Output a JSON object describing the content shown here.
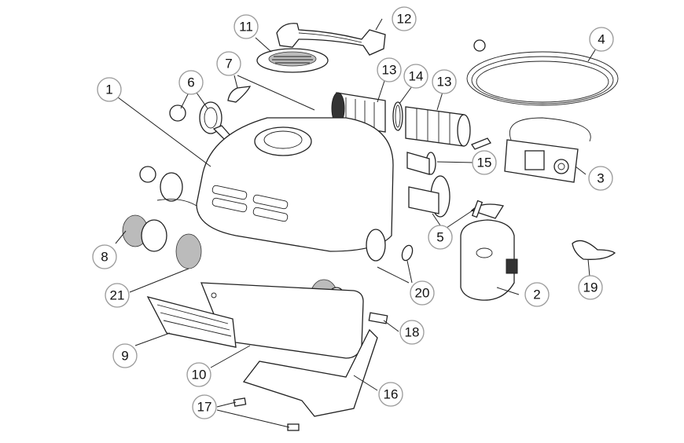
{
  "diagram": {
    "subject": "Robotic pool cleaner exploded parts view",
    "callouts": [
      {
        "id": "1",
        "label": "1"
      },
      {
        "id": "2",
        "label": "2"
      },
      {
        "id": "3",
        "label": "3"
      },
      {
        "id": "4",
        "label": "4"
      },
      {
        "id": "5",
        "label": "5"
      },
      {
        "id": "6",
        "label": "6"
      },
      {
        "id": "7",
        "label": "7"
      },
      {
        "id": "8",
        "label": "8"
      },
      {
        "id": "9",
        "label": "9"
      },
      {
        "id": "10",
        "label": "10"
      },
      {
        "id": "11",
        "label": "11"
      },
      {
        "id": "12",
        "label": "12"
      },
      {
        "id": "13a",
        "label": "13"
      },
      {
        "id": "14",
        "label": "14"
      },
      {
        "id": "13b",
        "label": "13"
      },
      {
        "id": "15",
        "label": "15"
      },
      {
        "id": "16",
        "label": "16"
      },
      {
        "id": "17",
        "label": "17"
      },
      {
        "id": "18",
        "label": "18"
      },
      {
        "id": "19",
        "label": "19"
      },
      {
        "id": "20",
        "label": "20"
      },
      {
        "id": "21",
        "label": "21"
      }
    ]
  }
}
